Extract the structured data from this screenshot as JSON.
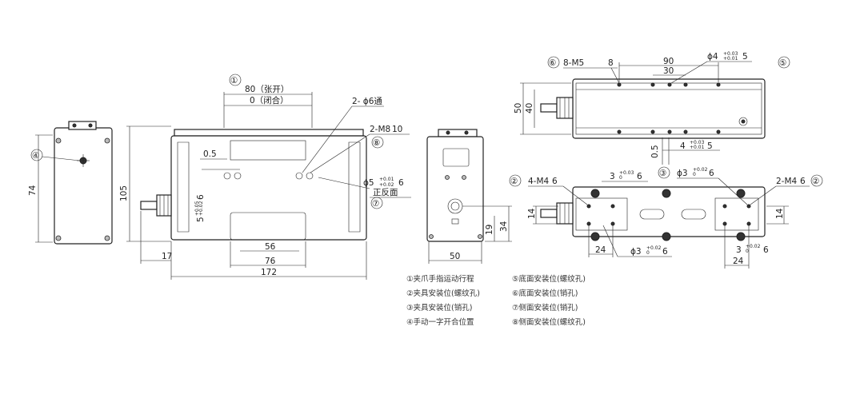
{
  "balloons": {
    "b1": "①",
    "b2": "②",
    "b3": "③",
    "b4": "④",
    "b5": "⑤",
    "b6": "⑥",
    "b7": "⑦",
    "b8": "⑧"
  },
  "front_view": {
    "stroke_open": "80（张开）",
    "stroke_close": "0（闭合）",
    "hole_6": "2- ϕ6通",
    "thread_m8": "2-M8",
    "depth_10": "10",
    "dim_0_5": "0.5",
    "dim_5": "5",
    "tol_5_top": "+0.05",
    "tol_5_bot": "+0.02",
    "depth_6": "6",
    "dim_56": "56",
    "dim_76": "76",
    "dim_17": "17",
    "dim_172": "172",
    "dim_105": "105"
  },
  "left_view": {
    "dim_74": "74"
  },
  "side_view": {
    "pin_5": "ϕ5",
    "tol_top": "+0.01",
    "tol_bot": "+0.02",
    "depth_6": "6",
    "front_face": "正反面",
    "dim_19": "19",
    "dim_34": "34",
    "dim_50": "50"
  },
  "top_view": {
    "thread_m5": "8-M5",
    "depth_8": "8",
    "dim_90": "90",
    "dim_30": "30",
    "pin_4": "ϕ4",
    "tol_top": "+0.03",
    "tol_bot": "+0.01",
    "depth_5": "5",
    "dim_50": "50",
    "dim_40": "40",
    "dim_0_5": "0.5",
    "dim_4": "4",
    "tol4_top": "+0.03",
    "tol4_bot": "+0.01",
    "depth4_5": "5"
  },
  "bottom_view": {
    "thread_m4": "4-M4",
    "depth_6": "6",
    "dim_3": "3",
    "tol3_top": "+0.03",
    "tol3_bot": "0",
    "depth3_6": "6",
    "pin_3": "ϕ3",
    "pin3_top": "+0.02",
    "pin3_bot": "0",
    "pin3_depth": "6",
    "thread_m4_right": "2-M4",
    "depth_right_6": "6",
    "dim_14_left": "14",
    "dim_14_right": "14",
    "dim_24_left": "24",
    "pin_3_bottom": "ϕ3",
    "pinb_top": "+0.02",
    "pinb_bot": "0",
    "pinb_depth": "6",
    "dim_3_right": "3",
    "dim3r_top": "+0.02",
    "dim3r_bot": "0",
    "dim3r_depth": "6",
    "dim_24_right": "24"
  },
  "legend": {
    "left": [
      "①夹爪手指运动行程",
      "②夹具安装位(螺纹孔)",
      "③夹具安装位(销孔)",
      "④手动一字开合位置"
    ],
    "right": [
      "⑤底面安装位(螺纹孔)",
      "⑥底面安装位(销孔)",
      "⑦侧面安装位(销孔)",
      "⑧侧面安装位(螺纹孔)"
    ]
  }
}
